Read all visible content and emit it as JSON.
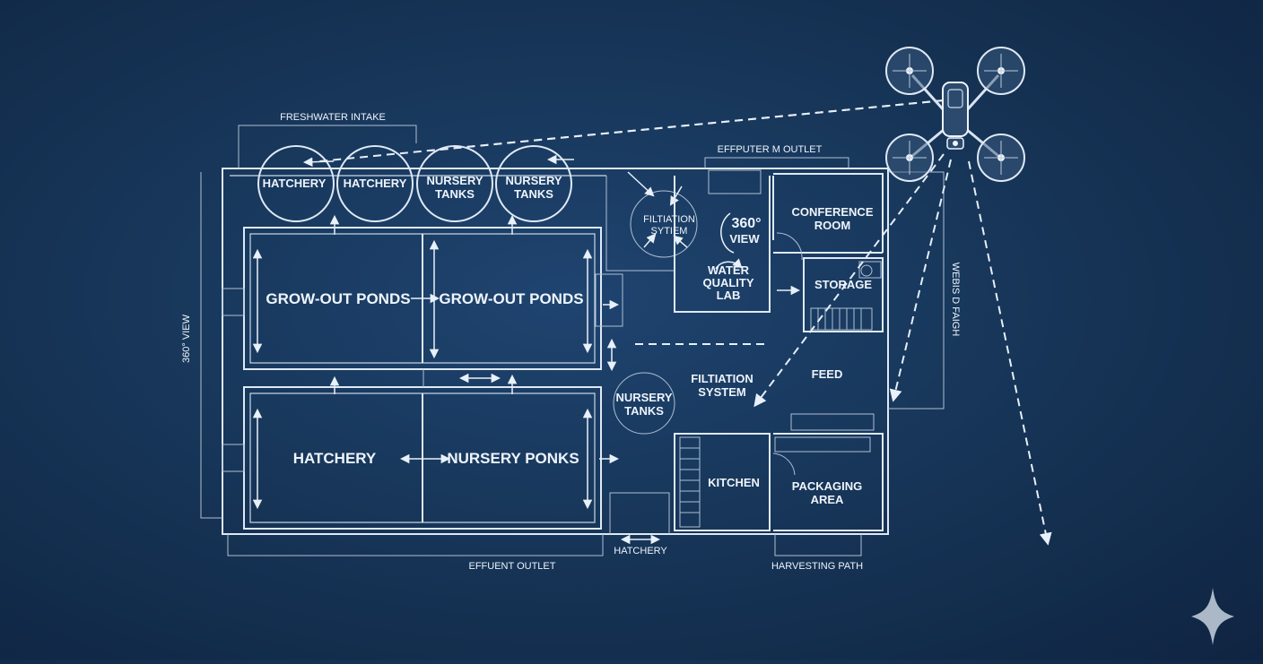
{
  "labels": {
    "freshwater_intake": "FRESHWATER INTAKE",
    "effluent_outlet_top": "EFFPUTER M OUTLET",
    "hatchery_tank_1": "HATCHERY",
    "hatchery_tank_2": "HATCHERY",
    "nursery_tank_1": [
      "NURSERY",
      "TANKS"
    ],
    "nursery_tank_2": [
      "NURSERY",
      "TANKS"
    ],
    "filtration_top": [
      "FILTIATION",
      "SYTIEM"
    ],
    "view_360_center": [
      "360°",
      "VIEW"
    ],
    "conference_room": [
      "CONFERENCE",
      "ROOM"
    ],
    "water_quality_lab": [
      "WATER",
      "QUALITY",
      "LAB"
    ],
    "storage": "STORAGE",
    "grow_out_left": "GROW-OUT PONDS",
    "grow_out_right": "GROW-OUT PONDS",
    "hatchery_pond": "HATCHERY",
    "nursery_ponks": "NURSERY PONKS",
    "nursery_tanks_circle": [
      "NURSERY",
      "TANKS"
    ],
    "filtration_system": [
      "FILTIATION",
      "SYSTEM"
    ],
    "feed": "FEED",
    "kitchen": "KITCHEN",
    "packaging_area": [
      "PACKAGING",
      "AREA"
    ],
    "view_360_left": "360° VIEW",
    "right_vertical": "WEBIS D FAIGH",
    "effluent_outlet_bottom": "EFFUENT OUTLET",
    "hatchery_bottom": "HATCHERY",
    "harvesting_path": "HARVESTING PATH"
  },
  "icons": [
    "drone-icon",
    "sparkle-icon",
    "arrow-icon",
    "stairs-icon",
    "sink-icon"
  ],
  "colors": {
    "background": "#173659",
    "lines": "#dfe9f5",
    "text": "#eef4fb"
  }
}
